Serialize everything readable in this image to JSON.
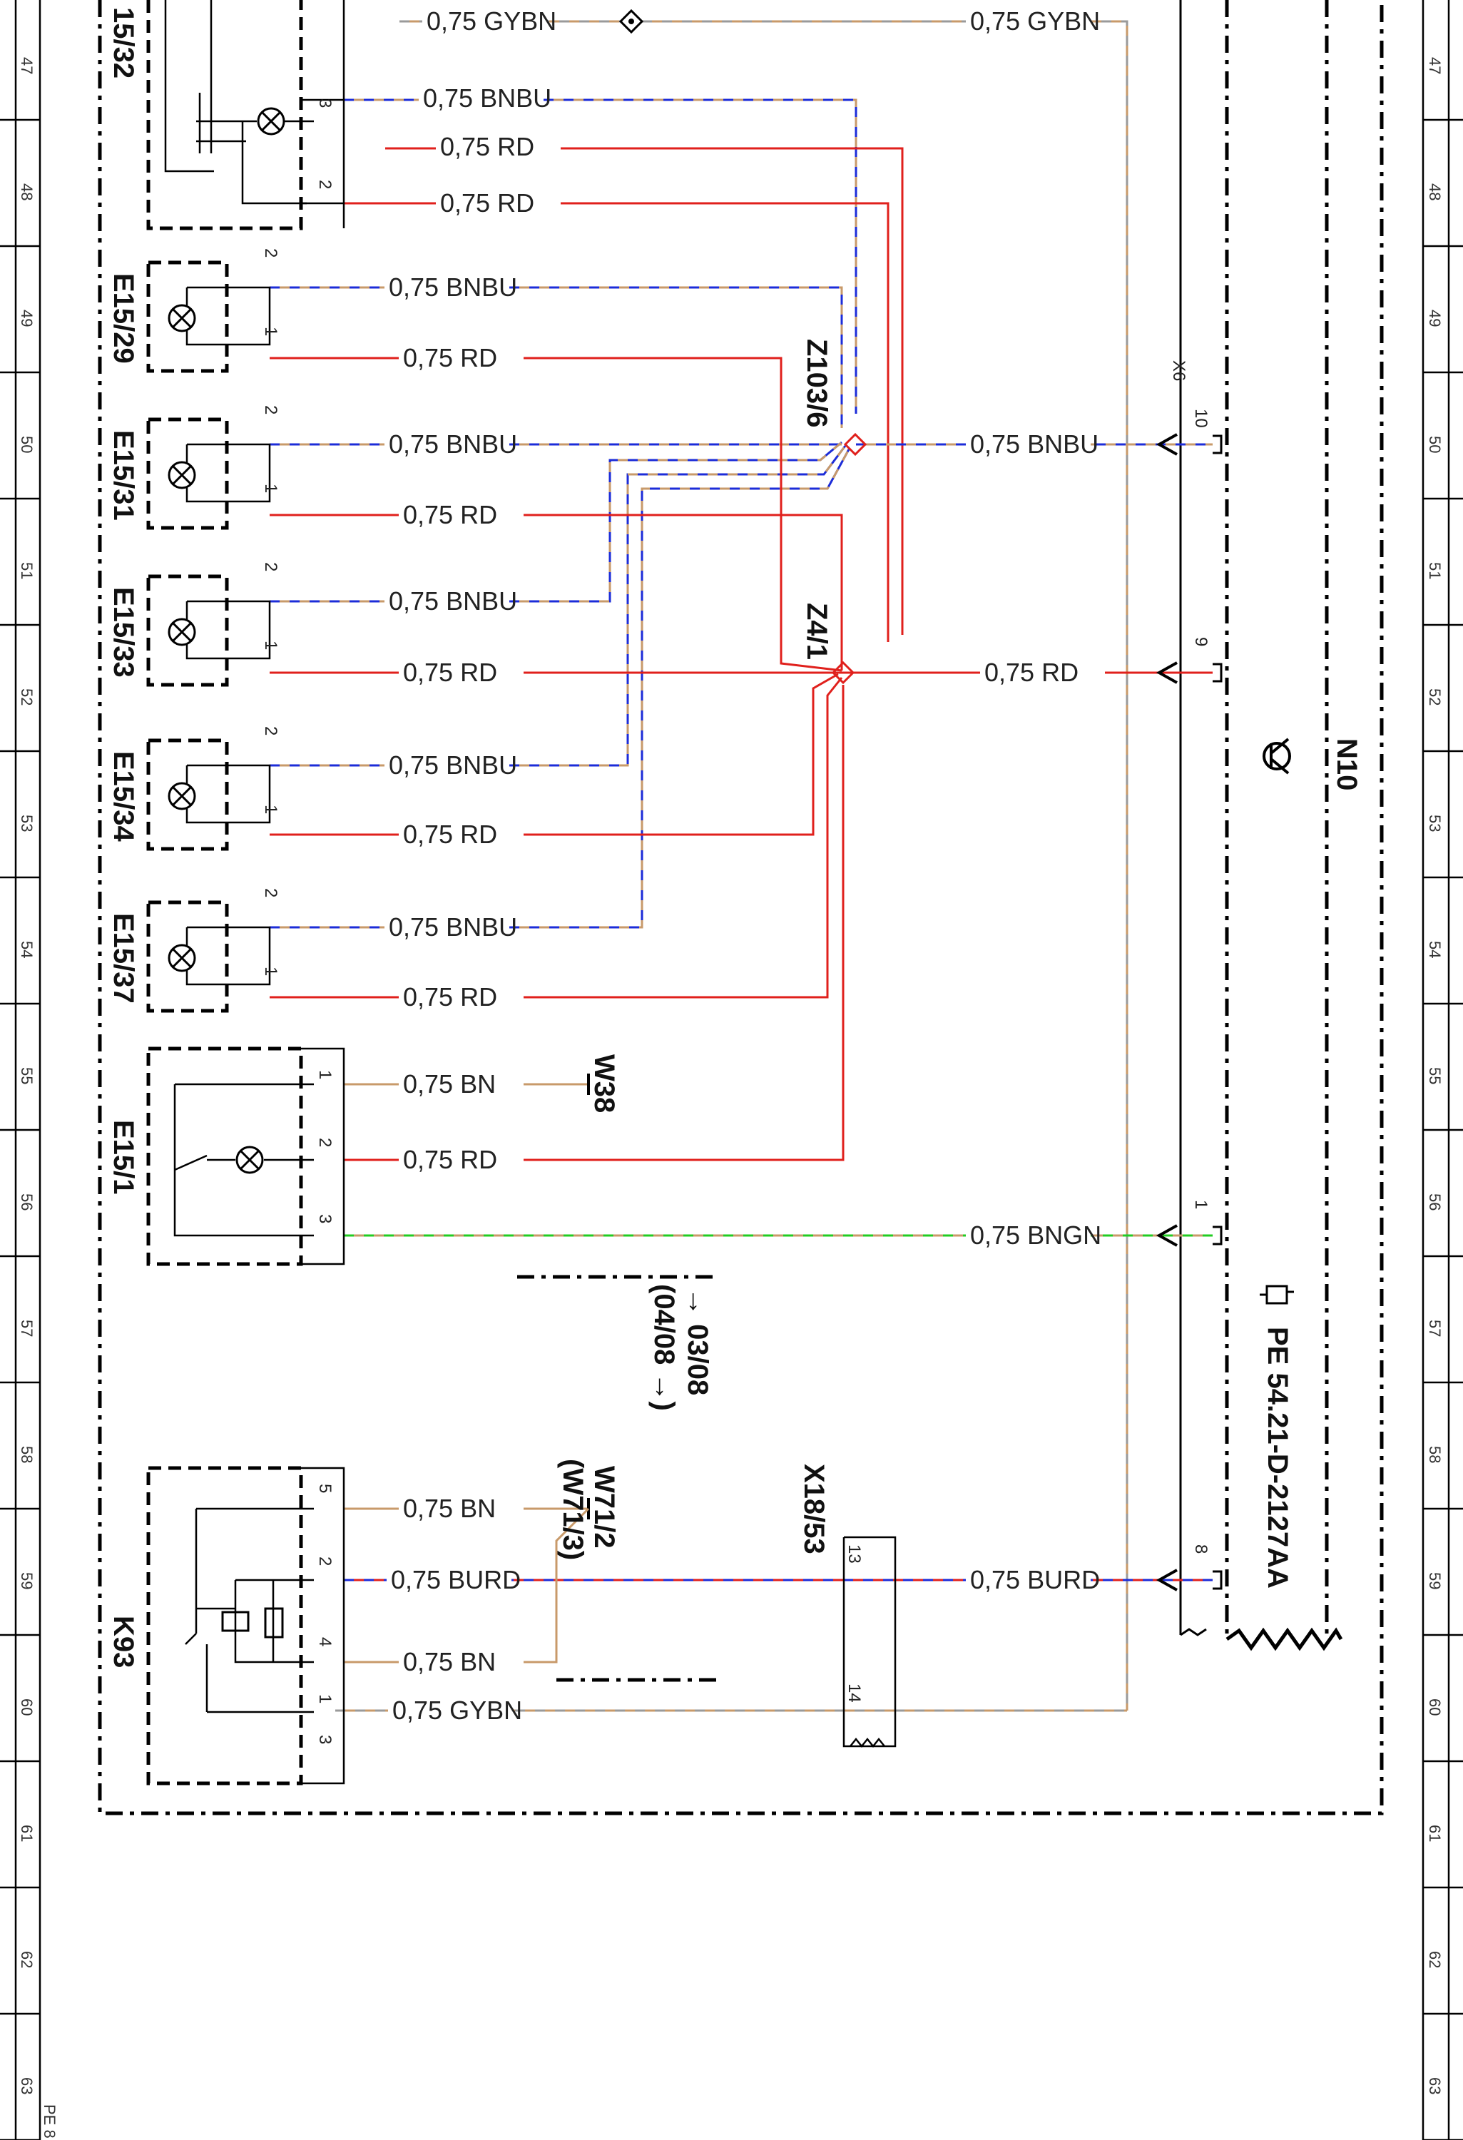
{
  "components": {
    "e15_32": "15/32",
    "e15_29": "E15/29",
    "e15_31": "E15/31",
    "e15_33": "E15/33",
    "e15_34": "E15/34",
    "e15_37": "E15/37",
    "e15_1": "E15/1",
    "k93": "K93",
    "n10": "N10",
    "z103_6": "Z103/6",
    "z4_1": "Z4/1",
    "x6": "X6",
    "x18_53": "X18/53",
    "w38": "W38",
    "w71_2": "W71/2",
    "w71_3": "(W71/3)"
  },
  "notes": {
    "validity_1": "→ 03/08",
    "validity_2": "(04/08 →)",
    "reference": "PE 54.21-D-2127AA",
    "footer": "PE 8"
  },
  "wire_labels": {
    "gybn": "0,75 GYBN",
    "bnbu": "0,75 BNBU",
    "rd": "0,75 RD",
    "bn": "0,75 BN",
    "bngn": "0,75 BNGN",
    "burd": "0,75 BURD"
  },
  "pins": {
    "p1": "1",
    "p2": "2",
    "p3": "3",
    "p4": "4",
    "p5": "5",
    "p8": "8",
    "p9": "9",
    "p10": "10",
    "p13": "13",
    "p14": "14"
  },
  "grid_numbers": [
    "47",
    "48",
    "49",
    "50",
    "51",
    "52",
    "53",
    "54",
    "55",
    "56",
    "57",
    "58",
    "59",
    "60",
    "61",
    "62",
    "63"
  ],
  "colors": {
    "red": "#e0201c",
    "blue": "#1c2cd8",
    "brown": "#c89a6a",
    "green": "#22cc22",
    "gray": "#9a9a9a"
  }
}
